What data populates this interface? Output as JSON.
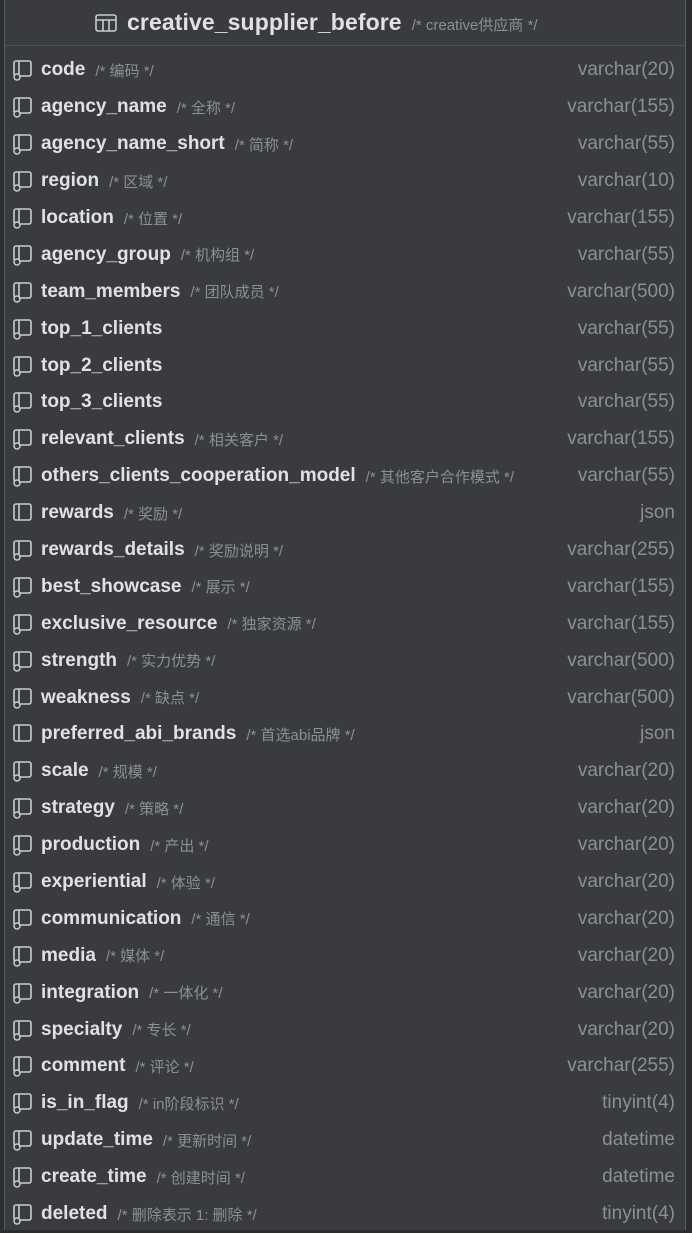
{
  "table": {
    "name": "creative_supplier_before",
    "comment": "/* creative供应商 */",
    "icon": "table-icon"
  },
  "columns": [
    {
      "name": "code",
      "comment": "/* 编码 */",
      "type": "varchar(20)",
      "icon": "key-column-icon"
    },
    {
      "name": "agency_name",
      "comment": "/* 全称 */",
      "type": "varchar(155)",
      "icon": "key-column-icon"
    },
    {
      "name": "agency_name_short",
      "comment": "/* 简称 */",
      "type": "varchar(55)",
      "icon": "key-column-icon"
    },
    {
      "name": "region",
      "comment": "/* 区域 */",
      "type": "varchar(10)",
      "icon": "key-column-icon"
    },
    {
      "name": "location",
      "comment": "/* 位置 */",
      "type": "varchar(155)",
      "icon": "key-column-icon"
    },
    {
      "name": "agency_group",
      "comment": "/* 机构组 */",
      "type": "varchar(55)",
      "icon": "key-column-icon"
    },
    {
      "name": "team_members",
      "comment": "/* 团队成员 */",
      "type": "varchar(500)",
      "icon": "key-column-icon"
    },
    {
      "name": "top_1_clients",
      "comment": "",
      "type": "varchar(55)",
      "icon": "key-column-icon"
    },
    {
      "name": "top_2_clients",
      "comment": "",
      "type": "varchar(55)",
      "icon": "key-column-icon"
    },
    {
      "name": "top_3_clients",
      "comment": "",
      "type": "varchar(55)",
      "icon": "key-column-icon"
    },
    {
      "name": "relevant_clients",
      "comment": "/* 相关客户 */",
      "type": "varchar(155)",
      "icon": "key-column-icon"
    },
    {
      "name": "others_clients_cooperation_model",
      "comment": "/* 其他客户合作模式 */",
      "type": "varchar(55)",
      "icon": "key-column-icon"
    },
    {
      "name": "rewards",
      "comment": "/* 奖励 */",
      "type": "json",
      "icon": "column-icon"
    },
    {
      "name": "rewards_details",
      "comment": "/* 奖励说明 */",
      "type": "varchar(255)",
      "icon": "key-column-icon"
    },
    {
      "name": "best_showcase",
      "comment": "/* 展示 */",
      "type": "varchar(155)",
      "icon": "key-column-icon"
    },
    {
      "name": "exclusive_resource",
      "comment": "/* 独家资源 */",
      "type": "varchar(155)",
      "icon": "key-column-icon"
    },
    {
      "name": "strength",
      "comment": "/* 实力优势 */",
      "type": "varchar(500)",
      "icon": "key-column-icon"
    },
    {
      "name": "weakness",
      "comment": "/* 缺点 */",
      "type": "varchar(500)",
      "icon": "key-column-icon"
    },
    {
      "name": "preferred_abi_brands",
      "comment": "/* 首选abi品牌 */",
      "type": "json",
      "icon": "column-icon"
    },
    {
      "name": "scale",
      "comment": "/* 规模 */",
      "type": "varchar(20)",
      "icon": "key-column-icon"
    },
    {
      "name": "strategy",
      "comment": "/* 策略 */",
      "type": "varchar(20)",
      "icon": "key-column-icon"
    },
    {
      "name": "production",
      "comment": "/* 产出 */",
      "type": "varchar(20)",
      "icon": "key-column-icon"
    },
    {
      "name": "experiential",
      "comment": "/* 体验 */",
      "type": "varchar(20)",
      "icon": "key-column-icon"
    },
    {
      "name": "communication",
      "comment": "/* 通信 */",
      "type": "varchar(20)",
      "icon": "key-column-icon"
    },
    {
      "name": "media",
      "comment": "/* 媒体 */",
      "type": "varchar(20)",
      "icon": "key-column-icon"
    },
    {
      "name": "integration",
      "comment": "/* 一体化 */",
      "type": "varchar(20)",
      "icon": "key-column-icon"
    },
    {
      "name": "specialty",
      "comment": "/* 专长 */",
      "type": "varchar(20)",
      "icon": "key-column-icon"
    },
    {
      "name": "comment",
      "comment": "/* 评论 */",
      "type": "varchar(255)",
      "icon": "key-column-icon"
    },
    {
      "name": "is_in_flag",
      "comment": "/* in阶段标识 */",
      "type": "tinyint(4)",
      "icon": "key-column-icon"
    },
    {
      "name": "update_time",
      "comment": "/* 更新时间 */",
      "type": "datetime",
      "icon": "key-column-icon"
    },
    {
      "name": "create_time",
      "comment": "/* 创建时间 */",
      "type": "datetime",
      "icon": "key-column-icon"
    },
    {
      "name": "deleted",
      "comment": "/* 删除表示 1:  删除 */",
      "type": "tinyint(4)",
      "icon": "key-column-icon"
    }
  ],
  "colors": {
    "background": "#393b40",
    "text_primary": "#dfe1e5",
    "text_secondary": "#8c8f94"
  }
}
